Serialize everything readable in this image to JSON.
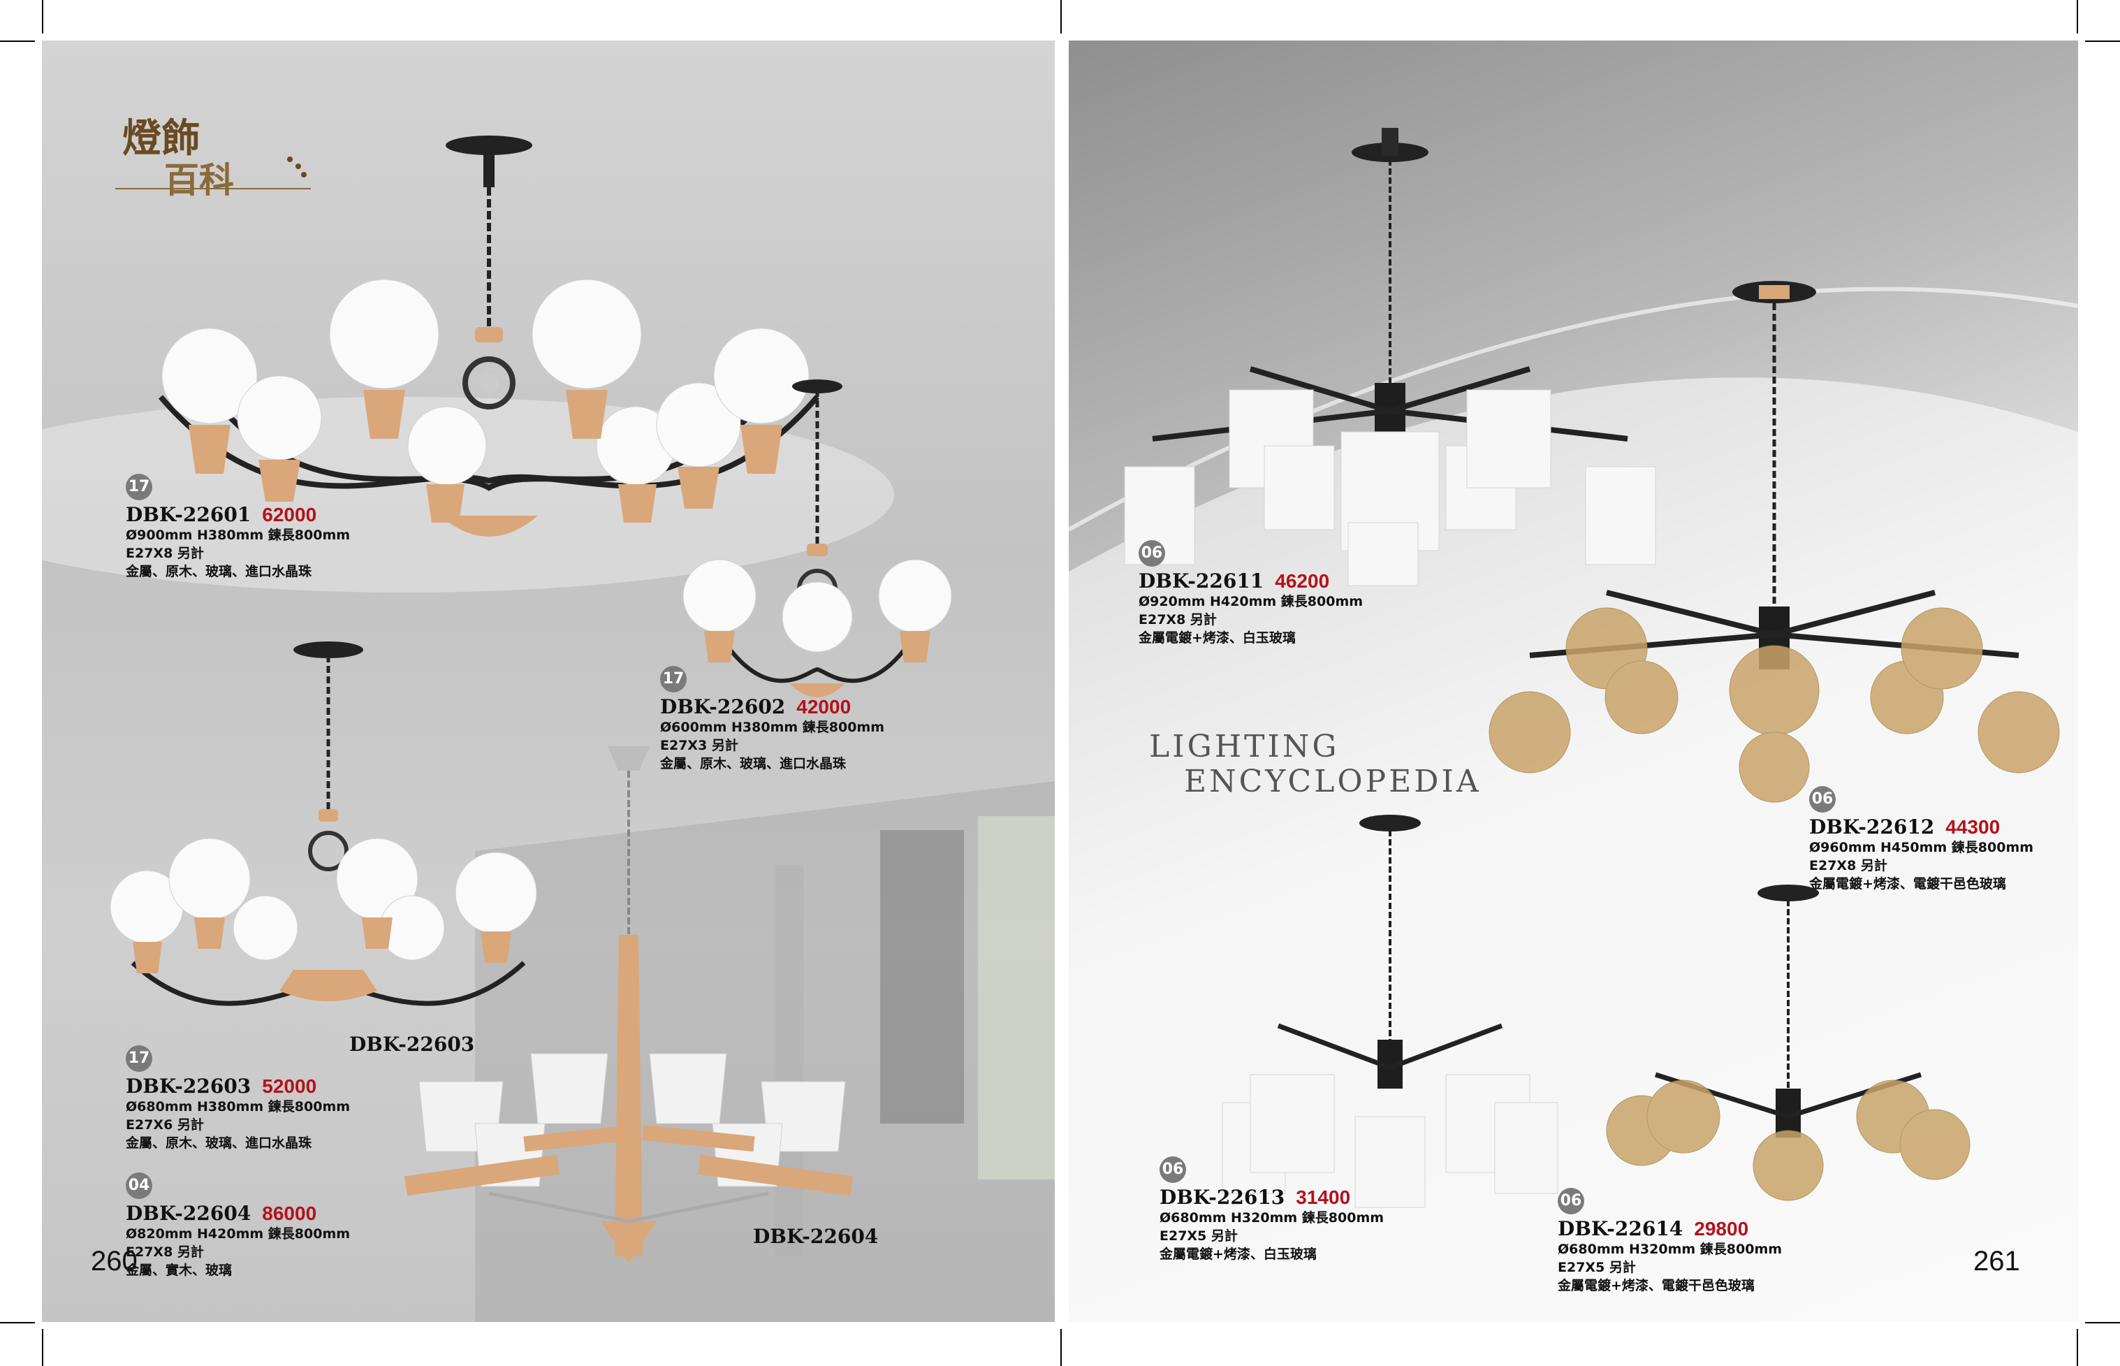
{
  "brand": {
    "logo_line1": "燈飾",
    "logo_line2": "百科",
    "tagline_line1": "LIGHTING",
    "tagline_line2": "ENCYCLOPEDIA"
  },
  "pages": {
    "left_number": "260",
    "right_number": "261"
  },
  "products": [
    {
      "badge": "17",
      "model": "DBK-22601",
      "price": "62000",
      "dims": "Ø900mm H380mm 鍊長800mm",
      "bulb": "E27X8 另計",
      "material": "金屬、原木、玻璃、進口水晶珠"
    },
    {
      "badge": "17",
      "model": "DBK-22602",
      "price": "42000",
      "dims": "Ø600mm H380mm 鍊長800mm",
      "bulb": "E27X3 另計",
      "material": "金屬、原木、玻璃、進口水晶珠"
    },
    {
      "badge": "17",
      "model": "DBK-22603",
      "price": "52000",
      "dims": "Ø680mm H380mm 鍊長800mm",
      "bulb": "E27X6 另計",
      "material": "金屬、原木、玻璃、進口水晶珠"
    },
    {
      "badge": "04",
      "model": "DBK-22604",
      "price": "86000",
      "dims": "Ø820mm H420mm 鍊長800mm",
      "bulb": "E27X8 另計",
      "material": "金屬、實木、玻璃"
    },
    {
      "badge": "06",
      "model": "DBK-22611",
      "price": "46200",
      "dims": "Ø920mm H420mm 鍊長800mm",
      "bulb": "E27X8 另計",
      "material": "金屬電鍍+烤漆、白玉玻璃"
    },
    {
      "badge": "06",
      "model": "DBK-22612",
      "price": "44300",
      "dims": "Ø960mm H450mm 鍊長800mm",
      "bulb": "E27X8 另計",
      "material": "金屬電鍍+烤漆、電鍍干邑色玻璃"
    },
    {
      "badge": "06",
      "model": "DBK-22613",
      "price": "31400",
      "dims": "Ø680mm H320mm 鍊長800mm",
      "bulb": "E27X5 另計",
      "material": "金屬電鍍+烤漆、白玉玻璃"
    },
    {
      "badge": "06",
      "model": "DBK-22614",
      "price": "29800",
      "dims": "Ø680mm H320mm 鍊長800mm",
      "bulb": "E27X5 另計",
      "material": "金屬電鍍+烤漆、電鍍干邑色玻璃"
    }
  ],
  "image_captions": {
    "lamp_22603": "DBK-22603",
    "lamp_22604": "DBK-22604"
  },
  "colors": {
    "price_red": "#b3121b",
    "wood": "#d9a77a",
    "amber_glass": "#c9a46a",
    "badge_gray": "#7a7a7a"
  }
}
